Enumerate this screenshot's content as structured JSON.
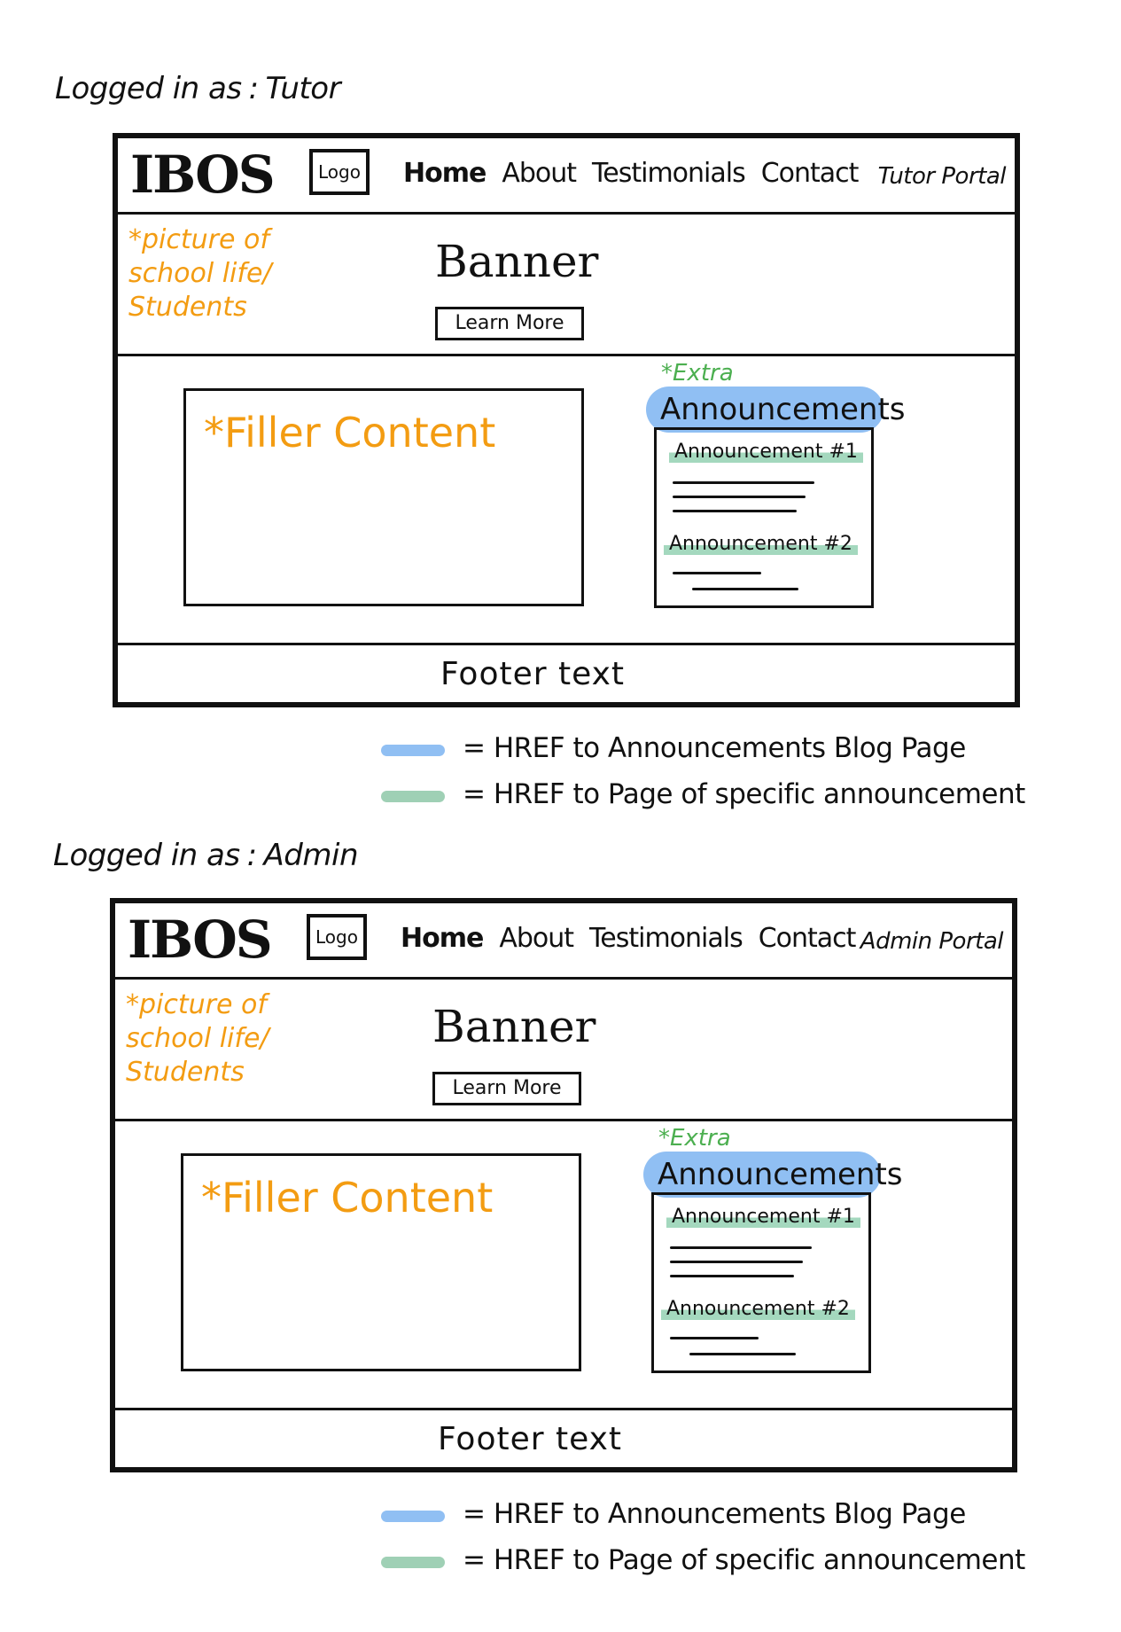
{
  "colors": {
    "outline": "#111111",
    "annotation_orange": "#f39c12",
    "annotation_green": "#4caf50",
    "highlight_blue": "#90bff3",
    "highlight_green": "#9fd0b5"
  },
  "mockups": [
    {
      "role_label": "Logged in as",
      "role_value": "Tutor",
      "nav": {
        "brand": "IBOS",
        "logo": "Logo",
        "links": [
          "Home",
          "About",
          "Testimonials",
          "Contact"
        ],
        "portal": "Tutor Portal"
      },
      "hero": {
        "note": "*picture of school life/ Students",
        "banner_title": "Banner",
        "button_label": "Learn More"
      },
      "main": {
        "filler": "*Filler Content",
        "extra_note": "*Extra",
        "announcements_heading": "Announcements",
        "announcements": [
          "Announcement #1",
          "Announcement #2"
        ]
      },
      "footer": "Footer text",
      "legend": [
        {
          "swatch": "blue",
          "text": "= HREF to Announcements Blog Page"
        },
        {
          "swatch": "green",
          "text": "= HREF to Page of specific announcement"
        }
      ]
    },
    {
      "role_label": "Logged in as",
      "role_value": "Admin",
      "nav": {
        "brand": "IBOS",
        "logo": "Logo",
        "links": [
          "Home",
          "About",
          "Testimonials",
          "Contact"
        ],
        "portal": "Admin Portal"
      },
      "hero": {
        "note": "*picture of school life/ Students",
        "banner_title": "Banner",
        "button_label": "Learn More"
      },
      "main": {
        "filler": "*Filler Content",
        "extra_note": "*Extra",
        "announcements_heading": "Announcements",
        "announcements": [
          "Announcement #1",
          "Announcement #2"
        ]
      },
      "footer": "Footer text",
      "legend": [
        {
          "swatch": "blue",
          "text": "= HREF to Announcements Blog Page"
        },
        {
          "swatch": "green",
          "text": "= HREF to Page of specific announcement"
        }
      ]
    }
  ]
}
